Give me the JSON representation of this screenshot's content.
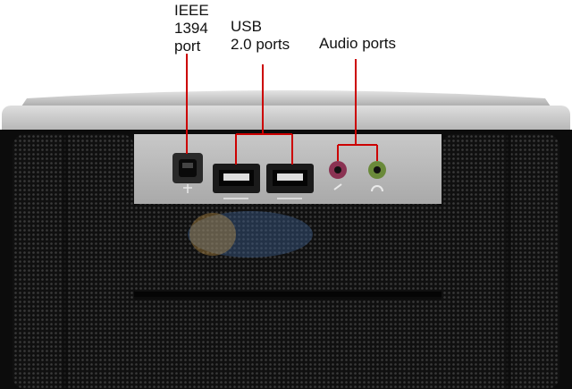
{
  "labels": {
    "ieee": "IEEE\n1394\nport",
    "usb": "USB\n2.0 ports",
    "audio": "Audio ports"
  },
  "colors": {
    "leader_line": "#cc0000",
    "bezel": "#b9b9b9",
    "mesh": "#1a1a1a"
  }
}
